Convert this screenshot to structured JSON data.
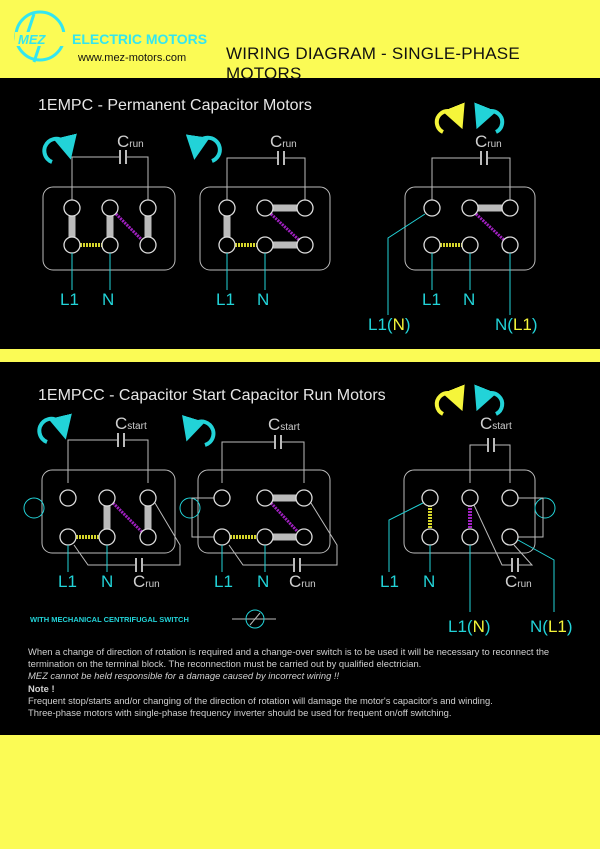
{
  "header": {
    "brand": "ELECTRIC MOTORS",
    "logo_text": "MEZ",
    "url": "www.mez-motors.com",
    "title": "WIRING DIAGRAM - SINGLE-PHASE MOTORS"
  },
  "section1": {
    "title": "1EMPC - Permanent Capacitor Motors",
    "cap_main": "C",
    "cap_sub": "run",
    "label_l1": "L1",
    "label_n": "N",
    "rev_l1": "L1(",
    "rev_l1_inner": "N",
    "rev_n": "N(",
    "rev_n_inner": "L1",
    "close_paren": ")"
  },
  "section2": {
    "title": "1EMPCC - Capacitor Start Capacitor Run Motors",
    "cap_main": "C",
    "start_sub": "start",
    "run_sub": "run",
    "label_l1": "L1",
    "label_n": "N",
    "rev_l1": "L1(",
    "rev_l1_inner": "N",
    "rev_n": "N(",
    "rev_n_inner": "L1",
    "close_paren": ")",
    "switch_legend": "WITH MECHANICAL CENTRIFUGAL SWITCH"
  },
  "notes": {
    "line1": "When a change of direction of rotation is required and a change-over switch is to be used it will be necessary to reconnect the termination on the terminal block. The reconnection must be carried out by qualified electrician.",
    "disclaimer": "MEZ cannot be held responsible for a damage caused by incorrect wiring !!",
    "note_heading": "Note !",
    "line2": "Frequent stop/starts and/or changing of the direction of rotation will damage the motor's capacitor's and winding.",
    "line3": "Three-phase motors with single-phase frequency inverter should be used for frequent on/off switching."
  },
  "colors": {
    "background": "#000000",
    "banner": "#fbfb55",
    "accent_cyan": "#22d3d8",
    "accent_yellow": "#f5f53a",
    "winding_main": "#d6d62a",
    "winding_aux": "#a020c0"
  },
  "icons": [
    "clockwise-arrow-icon",
    "counterclockwise-arrow-icon",
    "capacitor-icon",
    "centrifugal-switch-icon"
  ]
}
